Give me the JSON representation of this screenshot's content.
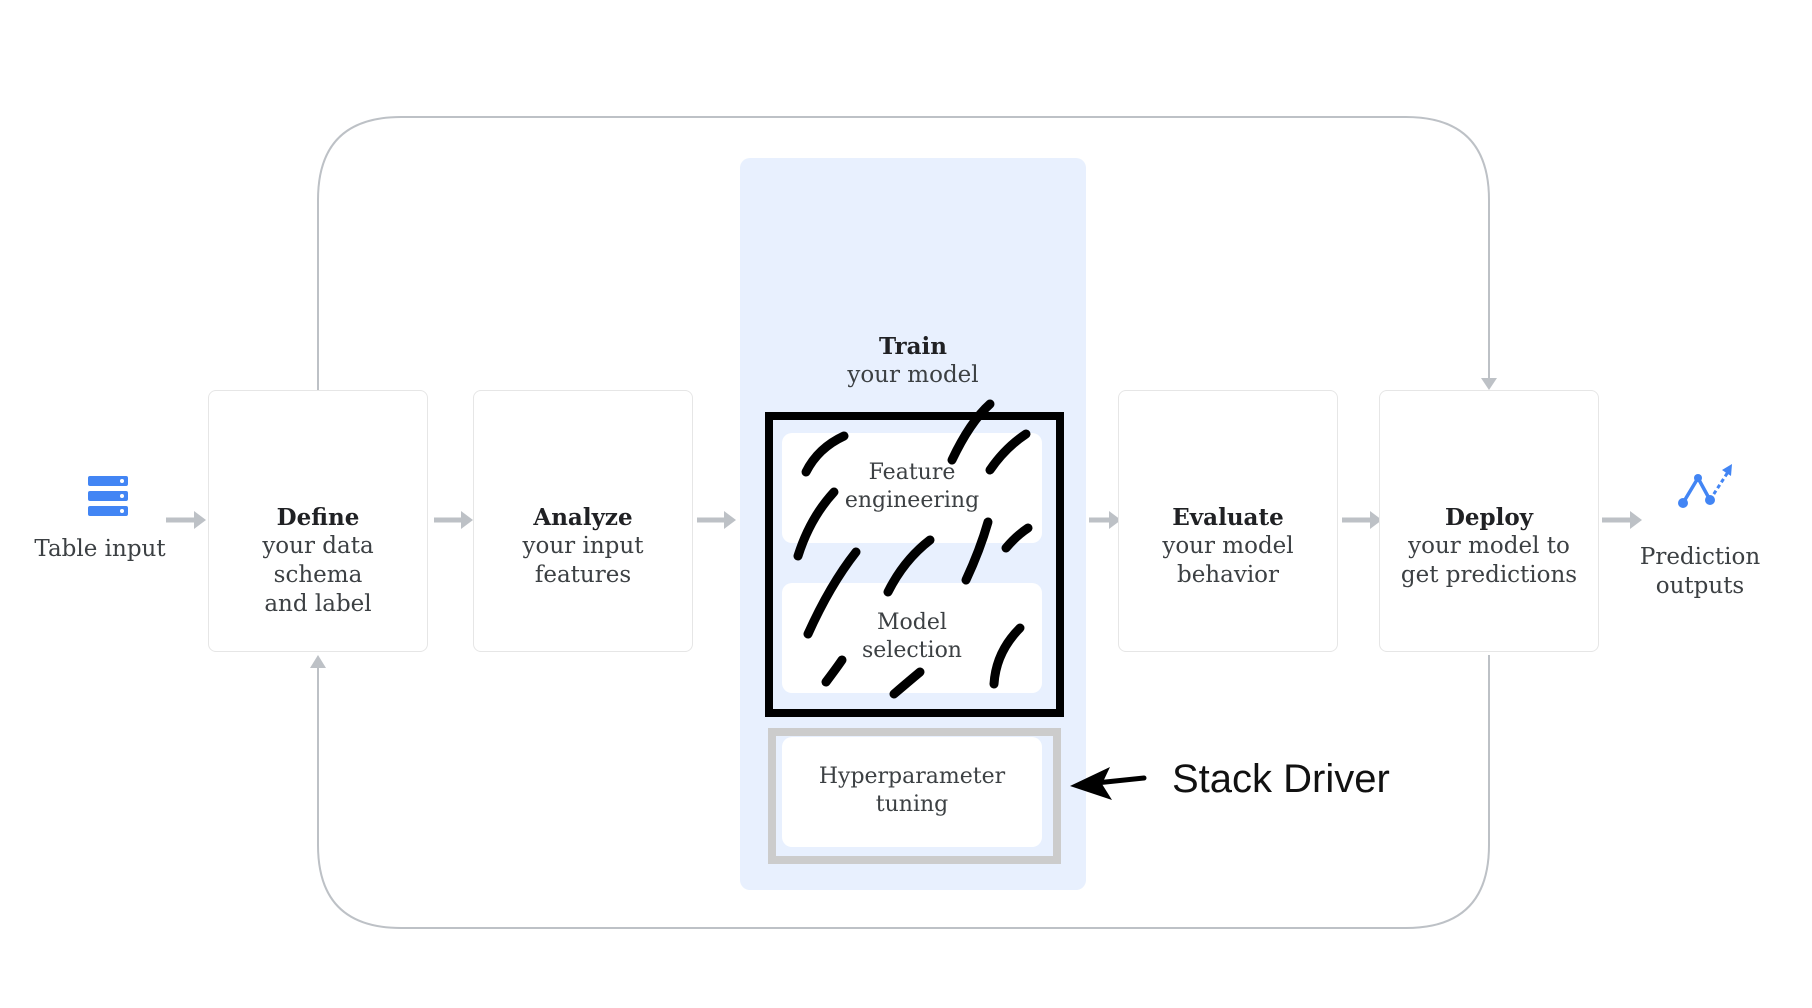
{
  "table_input": "Table input",
  "steps": [
    {
      "title": "Define",
      "lines": [
        "your data",
        "schema",
        "and label"
      ]
    },
    {
      "title": "Analyze",
      "lines": [
        "your input",
        "features"
      ]
    },
    {
      "title": "Evaluate",
      "lines": [
        "your model",
        "behavior"
      ]
    },
    {
      "title": "Deploy",
      "lines": [
        "your model to",
        "get predictions"
      ]
    }
  ],
  "train": {
    "title": "Train",
    "subtitle": "your model",
    "substeps": [
      {
        "lines": [
          "Feature",
          "engineering"
        ]
      },
      {
        "lines": [
          "Model",
          "selection"
        ]
      },
      {
        "lines": [
          "Hyperparameter",
          "tuning"
        ]
      }
    ]
  },
  "outputs": [
    "Prediction",
    "outputs"
  ],
  "annotation": "Stack Driver",
  "colors": {
    "accent_blue": "#4285f4",
    "panel_bg": "#e8f0fe",
    "connector_gray": "#bdc1c6",
    "hex_dark": "#1a73e8"
  },
  "icons": [
    "database-icon",
    "tag-icon",
    "search-icon",
    "automl-hexagon-icon",
    "check-circle-icon",
    "cloud-upload-icon",
    "prediction-chart-icon"
  ]
}
